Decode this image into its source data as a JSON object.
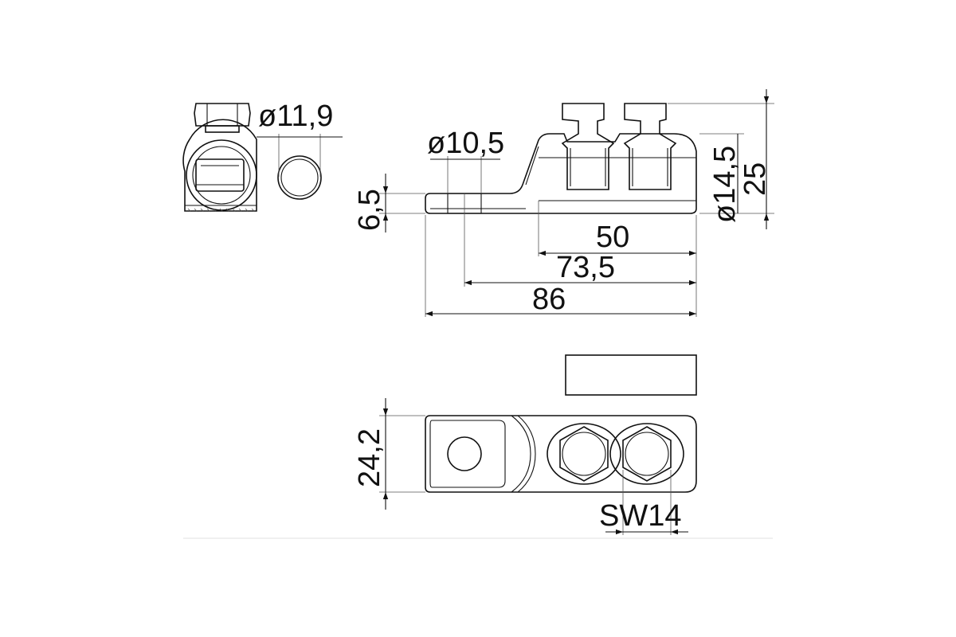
{
  "dimensions": {
    "end_view_cable_diameter": "ø11,9",
    "hole_diameter": "ø10,5",
    "tongue_thickness": "6,5",
    "barrel_diameter": "ø14,5",
    "overall_height": "25",
    "barrel_length": "50",
    "hole_to_end": "73,5",
    "overall_length": "86",
    "overall_width": "24,2",
    "wrench_size": "SW14"
  }
}
